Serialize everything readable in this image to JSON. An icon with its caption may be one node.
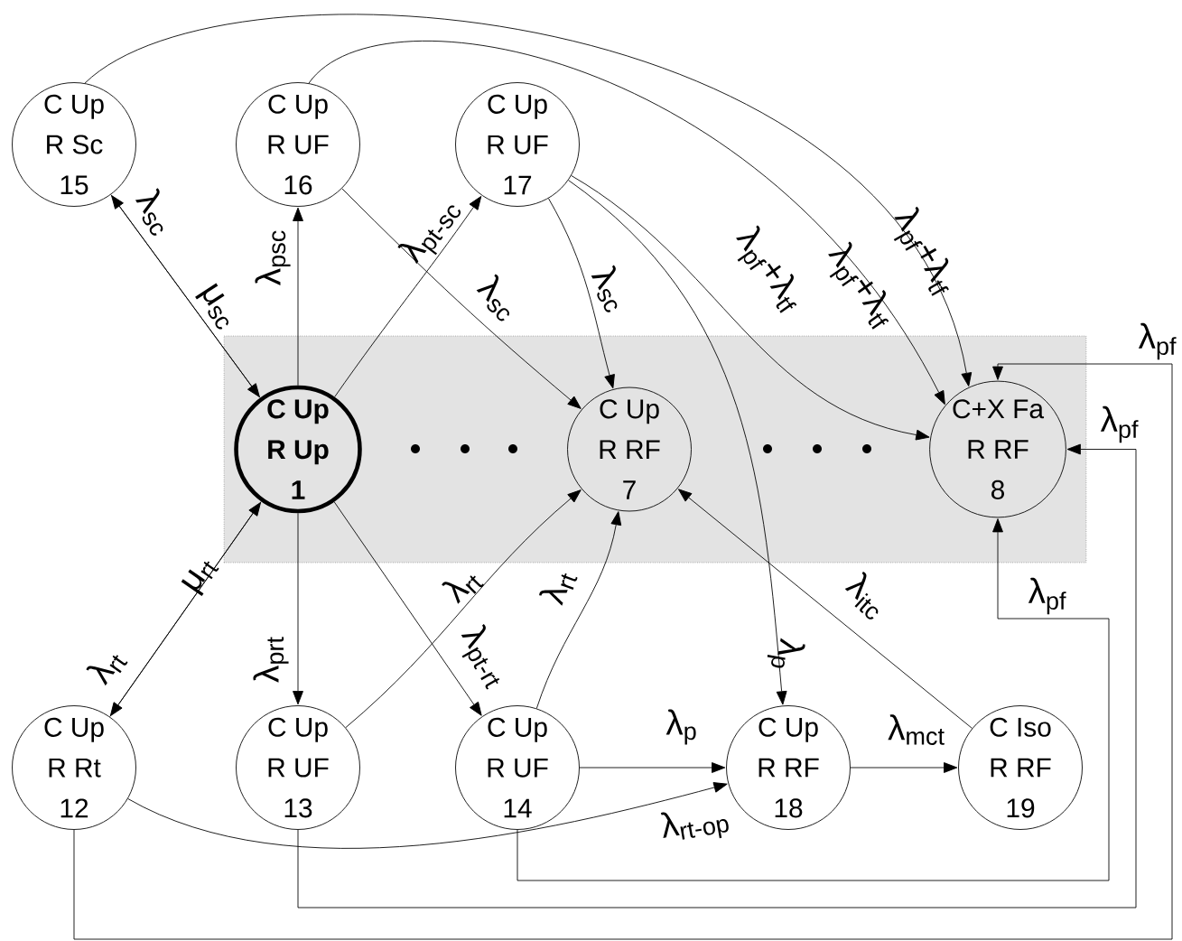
{
  "diagram": {
    "nodes": [
      {
        "text": [],
        "shape": "box"
      },
      {
        "text": [
          "C Up",
          "R Sc",
          "15"
        ]
      },
      {
        "text": [
          "C Up",
          "R UF",
          "16"
        ]
      },
      {
        "text": [
          "C Up",
          "R UF",
          "17"
        ]
      },
      {
        "text": [
          "C Up",
          "R Up",
          "1"
        ],
        "in": 0
      },
      {
        "text": [
          "C Up",
          "R RF",
          "7"
        ],
        "in": 0
      },
      {
        "text": [
          "C+X Fa",
          "R RF",
          "8"
        ],
        "in": 0
      },
      {
        "text": [
          "C Up",
          "R Rt",
          "12"
        ]
      },
      {
        "text": [
          "C Up",
          "R UF",
          "13"
        ]
      },
      {
        "text": [
          "C Up",
          "R UF",
          "14"
        ]
      },
      {
        "text": [
          "C Up",
          "R RF",
          "18"
        ]
      },
      {
        "text": [
          "C Iso",
          "R RF",
          "19"
        ]
      }
    ],
    "edges": [
      {
        "from": 4,
        "to": 1,
        "arrow": "to",
        "label": "λ$_{sc}$"
      },
      {
        "from": 1,
        "to": 4,
        "arrow": "to",
        "label": "μ$_{sc}$"
      },
      {
        "from": 4,
        "to": 2,
        "arrow": "to",
        "label": "λ$_{psc}$"
      },
      {
        "from": 4,
        "to": 3,
        "arrow": "to",
        "label": "λ$_{pt-sc}$"
      },
      {
        "from": 2,
        "to": 5,
        "arrow": "to",
        "label": "λ$_{sc}$"
      },
      {
        "from": 3,
        "to": 5,
        "arrow": "to",
        "label": "λ$_{sc}$"
      },
      {
        "from": 3,
        "to": 10,
        "arrow": "to",
        "label": "λ$_{p}$"
      },
      {
        "from": 3,
        "to": 6,
        "arrow": "to",
        "label": "λ$_{pf}$+λ$_{tf}$"
      },
      {
        "from": 2,
        "to": 6,
        "arrow": "to",
        "label": "λ$_{pf}$+λ$_{tf}$"
      },
      {
        "from": 1,
        "to": 6,
        "arrow": "to",
        "label": "λ$_{pf}$+λ$_{tf}$"
      },
      {
        "from": 4,
        "to": 7,
        "arrow": "to",
        "label": "λ$_{rt}$"
      },
      {
        "from": 7,
        "to": 4,
        "arrow": "to",
        "label": "μ$_{rt}$"
      },
      {
        "from": 4,
        "to": 8,
        "arrow": "to",
        "label": "λ$_{prt}$"
      },
      {
        "from": 4,
        "to": 9,
        "arrow": "to",
        "label": "λ$_{pt-rt}$"
      },
      {
        "from": 8,
        "to": 5,
        "arrow": "to",
        "label": "λ$_{rt}$"
      },
      {
        "from": 9,
        "to": 5,
        "arrow": "to",
        "label": "λ$_{rt}$"
      },
      {
        "from": 9,
        "to": 10,
        "arrow": "to",
        "label": "λ$_{p}$"
      },
      {
        "from": 10,
        "to": 11,
        "arrow": "to",
        "label": "λ$_{mct}$"
      },
      {
        "from": 11,
        "to": 5,
        "arrow": "to",
        "label": "λ$_{itc}$"
      },
      {
        "from": 7,
        "to": 10,
        "arrow": "to",
        "label": "λ$_{rt-op}$"
      },
      {
        "from": 9,
        "to": 6,
        "arrow": "to",
        "label": "λ$_{pf}$"
      },
      {
        "from": 8,
        "to": 6,
        "arrow": "to",
        "label": "λ$_{pf}$"
      },
      {
        "from": 7,
        "to": 6,
        "arrow": "to",
        "label": "λ$_{pf}$"
      }
    ]
  }
}
